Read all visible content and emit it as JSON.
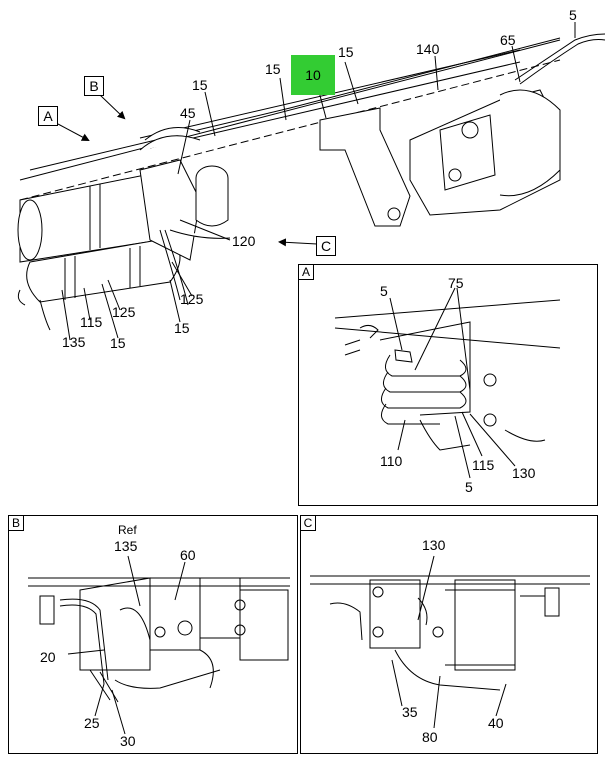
{
  "main_view": {
    "view_labels": {
      "a": "A",
      "b": "B",
      "c": "C"
    },
    "highlight_callout": "10",
    "callouts": {
      "c5_top": "5",
      "c140": "140",
      "c65": "65",
      "c15_a": "15",
      "c15_b": "15",
      "c15_c": "15",
      "c45": "45",
      "c120": "120",
      "c125_a": "125",
      "c125_b": "125",
      "c115": "115",
      "c135": "135",
      "c15_d": "15",
      "c15_e": "15"
    }
  },
  "detail_a": {
    "label": "A",
    "callouts": {
      "c5_a": "5",
      "c75": "75",
      "c110": "110",
      "c115": "115",
      "c5_b": "5",
      "c130": "130"
    }
  },
  "detail_b": {
    "label": "B",
    "callouts": {
      "ref": "Ref",
      "c135": "135",
      "c60": "60",
      "c20": "20",
      "c25": "25",
      "c30": "30"
    }
  },
  "detail_c": {
    "label": "C",
    "callouts": {
      "c130": "130",
      "c35": "35",
      "c80": "80",
      "c40": "40"
    }
  }
}
